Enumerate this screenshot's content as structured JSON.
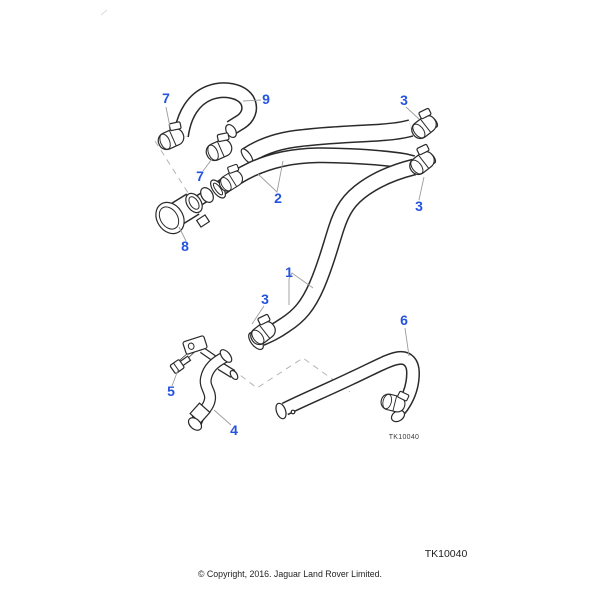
{
  "diagram": {
    "drawing_code_inline": "TK10040",
    "colors": {
      "callout_blue": "#2453df",
      "line": "#2a2a2a",
      "leader": "#9c9c9c"
    },
    "callouts": [
      {
        "part": "7"
      },
      {
        "part": "9"
      },
      {
        "part": "3"
      },
      {
        "part": "7"
      },
      {
        "part": "2"
      },
      {
        "part": "3"
      },
      {
        "part": "8"
      },
      {
        "part": "1"
      },
      {
        "part": "3"
      },
      {
        "part": "6"
      },
      {
        "part": "5"
      },
      {
        "part": "4"
      }
    ]
  },
  "footer": {
    "code": "TK10040",
    "copyright": "© Copyright, 2016. Jaguar Land Rover Limited."
  }
}
